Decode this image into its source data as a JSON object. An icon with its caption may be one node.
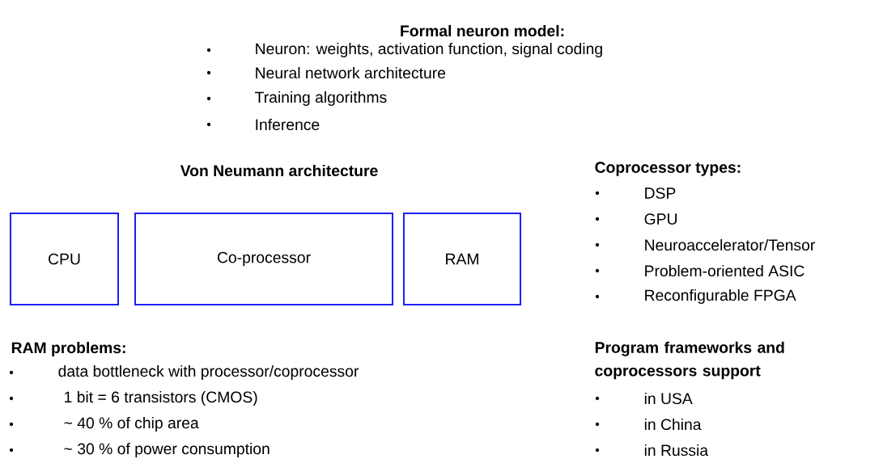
{
  "diagram": {
    "nodes": [
      {
        "text": [
          "CPU"
        ]
      },
      {
        "text": [
          "Co-processor"
        ]
      },
      {
        "text": [
          "RAM"
        ]
      }
    ],
    "labels": [
      "Formal neuron model:",
      "Neuron: weights, activation function, signal coding",
      "Neural network architecture",
      "Training algorithms",
      "Inference",
      "Von Neumann architecture",
      "Coprocessor types:",
      "DSP",
      "GPU",
      "Neuroaccelerator/Tensor",
      "Problem-oriented ASIC",
      "Reconfigurable FPGA",
      "RAM problems:",
      "data bottleneck with processor/coprocessor",
      "1 bit = 6 transistors (CMOS)",
      "~ 40 % of chip area",
      "~ 30 % of power consumption",
      "Program frameworks and coprocessors support",
      "in USA",
      "in China",
      "in Russia"
    ]
  }
}
